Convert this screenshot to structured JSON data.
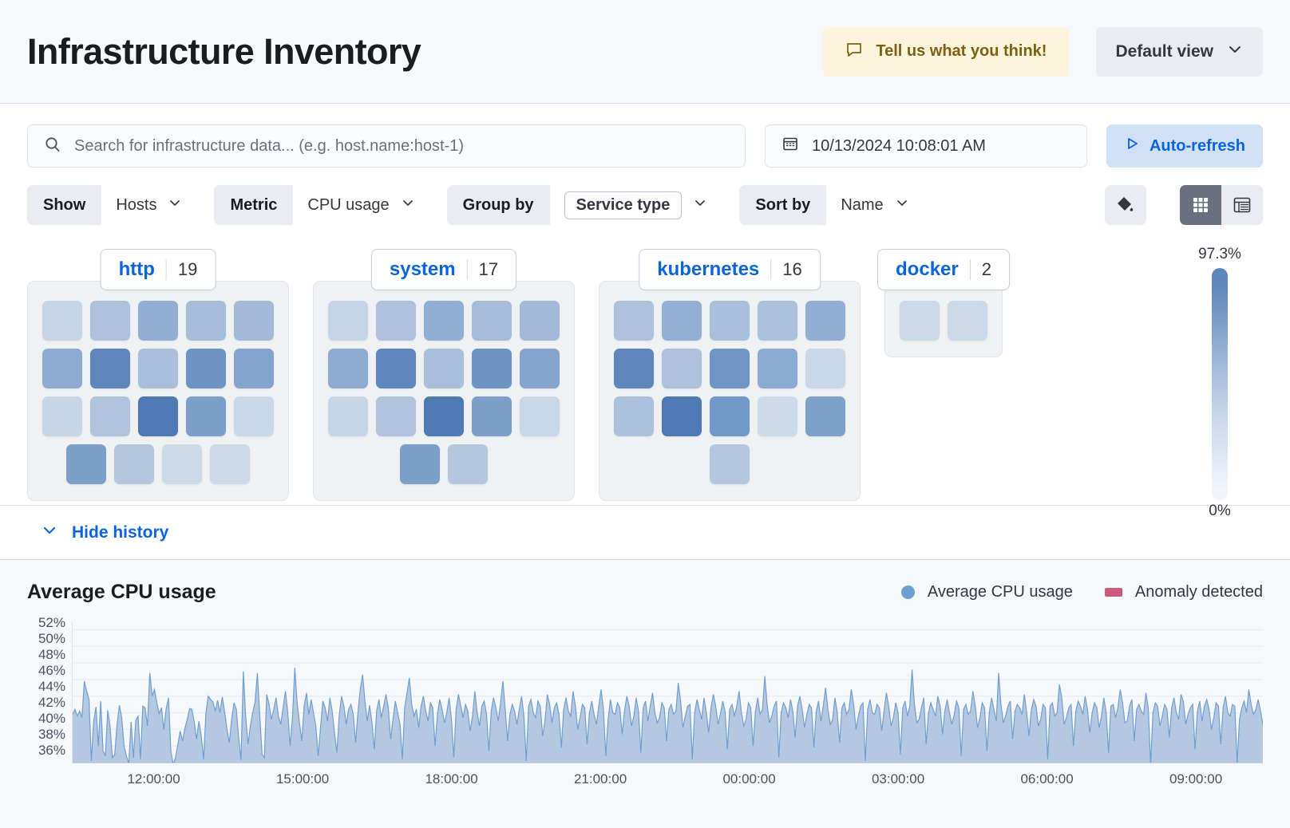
{
  "header": {
    "title": "Infrastructure Inventory",
    "feedback_label": "Tell us what you think!",
    "feedback_icon": "comment-icon",
    "view_selector_label": "Default view",
    "view_selector_icon": "chevron-down-icon"
  },
  "search": {
    "placeholder": "Search for infrastructure data... (e.g. host.name:host-1)",
    "value": "",
    "icon": "search-icon"
  },
  "datepicker": {
    "value": "10/13/2024 10:08:01 AM",
    "icon": "calendar-icon"
  },
  "refresh": {
    "label": "Auto-refresh",
    "icon": "play-icon"
  },
  "filters": [
    {
      "label": "Show",
      "value": "Hosts",
      "boxed": false,
      "icon": "chevron-down-icon"
    },
    {
      "label": "Metric",
      "value": "CPU usage",
      "boxed": false,
      "icon": "chevron-down-icon"
    },
    {
      "label": "Group by",
      "value": "Service type",
      "boxed": true,
      "icon": "chevron-down-icon"
    },
    {
      "label": "Sort by",
      "value": "Name",
      "boxed": false,
      "icon": "chevron-down-icon"
    }
  ],
  "view_controls": {
    "fill_icon": "paint-bucket-icon",
    "grid_icon": "grid-view-icon",
    "table_icon": "table-view-icon",
    "active_view": "grid"
  },
  "legend_scale": {
    "max_label": "97.3%",
    "min_label": "0%"
  },
  "groups": [
    {
      "name": "http",
      "count": "19",
      "rows": [
        [
          "#c6d5e6",
          "#aec2dd",
          "#93aed3",
          "#a6bcd9",
          "#a2b9d8"
        ],
        [
          "#8fabd1",
          "#5e87bd",
          "#a9bfdb",
          "#6d94c3",
          "#84a4cd"
        ],
        [
          "#c7d6e7",
          "#b0c4de",
          "#4d7ab4",
          "#7c9fca",
          "#c9d8e8"
        ],
        [
          "#7c9fca",
          "#b4c7df",
          "#ccdaea",
          "#cbd9e9"
        ]
      ]
    },
    {
      "name": "system",
      "count": "17",
      "rows": [
        [
          "#c6d5e6",
          "#aec2dd",
          "#93aed3",
          "#a6bcd9",
          "#a2b9d8"
        ],
        [
          "#8fabd1",
          "#5e87bd",
          "#a9bfdb",
          "#6d94c3",
          "#84a4cd"
        ],
        [
          "#c7d6e7",
          "#b0c4de",
          "#4d7ab4",
          "#7c9fca",
          "#c9d8e8"
        ],
        [
          "#7c9fca",
          "#b4c7df"
        ]
      ]
    },
    {
      "name": "kubernetes",
      "count": "16",
      "rows": [
        [
          "#aec2dd",
          "#94afd4",
          "#a9bfdb",
          "#abc1dc",
          "#93aed3"
        ],
        [
          "#5e87bd",
          "#aec2dd",
          "#6f95c4",
          "#8cabd2",
          "#c9d8e8"
        ],
        [
          "#abc1dc",
          "#4d7ab4",
          "#7099c8",
          "#ccdaea",
          "#7ea1cb"
        ],
        [
          "#b4c7df"
        ]
      ]
    },
    {
      "name": "docker",
      "count": "2",
      "rows": [
        [
          "#cbd9e9",
          "#cbd9e9"
        ]
      ]
    }
  ],
  "history_toggle": {
    "label": "Hide history",
    "icon": "chevron-down-icon"
  },
  "chart_data": {
    "type": "area",
    "title": "Average CPU usage",
    "xlabel": "",
    "ylabel": "",
    "ylim": [
      35,
      53
    ],
    "ytick_labels": [
      "52%",
      "50%",
      "48%",
      "46%",
      "44%",
      "42%",
      "40%",
      "38%",
      "36%"
    ],
    "ytick_values": [
      52,
      50,
      48,
      46,
      44,
      42,
      40,
      38,
      36
    ],
    "xtick_labels": [
      "12:00:00",
      "15:00:00",
      "18:00:00",
      "21:00:00",
      "00:00:00",
      "03:00:00",
      "06:00:00",
      "09:00:00"
    ],
    "grid": true,
    "legend_position": "top-right",
    "legend": [
      {
        "name": "Average CPU usage",
        "color": "#6f9fd1",
        "marker": "dot"
      },
      {
        "name": "Anomaly detected",
        "color": "#cc5b7b",
        "marker": "square"
      }
    ],
    "series": [
      {
        "name": "Average CPU usage",
        "color": "#6f9fd1",
        "fill": "#a9c0dc",
        "values": [
          41.8,
          42.4,
          41.6,
          42.2,
          41.4,
          45.8,
          44.6,
          43.6,
          36.2,
          41.0,
          42.7,
          38.0,
          43.4,
          37.4,
          36.8,
          42.3,
          40.4,
          36.6,
          37.0,
          40.6,
          42.9,
          41.4,
          38.0,
          36.8,
          35.9,
          40.9,
          36.6,
          41.1,
          41.6,
          36.4,
          42.8,
          42.6,
          40.4,
          46.8,
          44.0,
          44.8,
          43.2,
          41.9,
          42.6,
          40.0,
          42.5,
          43.8,
          37.4,
          35.8,
          36.6,
          38.2,
          39.8,
          38.6,
          40.1,
          41.2,
          42.5,
          42.4,
          40.9,
          38.8,
          41.0,
          39.2,
          36.4,
          42.0,
          44.0,
          43.6,
          43.3,
          42.2,
          43.5,
          42.0,
          43.9,
          42.1,
          40.0,
          38.4,
          41.2,
          43.2,
          42.4,
          39.0,
          36.3,
          47.0,
          41.6,
          38.2,
          40.4,
          42.0,
          43.3,
          46.8,
          41.8,
          37.0,
          36.6,
          44.2,
          43.0,
          41.2,
          42.4,
          43.8,
          41.6,
          40.6,
          42.6,
          44.6,
          42.0,
          38.0,
          41.4,
          47.4,
          43.2,
          40.8,
          38.6,
          42.8,
          44.4,
          41.8,
          43.6,
          42.0,
          40.4,
          36.8,
          40.2,
          43.4,
          42.6,
          41.0,
          43.8,
          42.2,
          39.6,
          37.2,
          41.6,
          44.0,
          42.8,
          40.6,
          42.4,
          43.0,
          41.8,
          38.4,
          42.0,
          44.8,
          46.6,
          43.4,
          41.0,
          42.9,
          40.8,
          37.6,
          42.2,
          43.6,
          41.4,
          42.8,
          44.2,
          42.6,
          38.8,
          41.2,
          43.4,
          42.0,
          40.6,
          36.4,
          42.6,
          44.4,
          46.2,
          43.0,
          41.6,
          42.4,
          40.2,
          42.8,
          44.0,
          42.2,
          41.0,
          43.2,
          42.6,
          38.0,
          41.8,
          43.6,
          42.4,
          40.8,
          42.0,
          43.8,
          41.2,
          36.6,
          42.4,
          44.2,
          42.8,
          41.4,
          43.0,
          42.2,
          39.8,
          41.6,
          44.6,
          42.0,
          40.4,
          42.8,
          43.4,
          41.8,
          37.4,
          42.2,
          43.8,
          42.6,
          41.0,
          43.2,
          45.8,
          42.4,
          38.6,
          41.8,
          43.0,
          42.2,
          40.6,
          42.4,
          44.0,
          41.6,
          36.2,
          42.8,
          43.6,
          42.0,
          41.4,
          43.4,
          42.8,
          39.2,
          41.0,
          44.2,
          43.0,
          40.8,
          42.6,
          43.2,
          41.8,
          37.8,
          42.4,
          43.8,
          42.2,
          41.6,
          44.6,
          42.8,
          40.0,
          41.4,
          43.0,
          42.6,
          38.2,
          42.0,
          43.4,
          41.8,
          40.6,
          42.8,
          44.8,
          42.4,
          36.8,
          41.2,
          43.6,
          42.0,
          41.8,
          43.2,
          42.6,
          39.4,
          42.2,
          44.0,
          42.8,
          40.4,
          41.6,
          43.8,
          42.2,
          37.2,
          42.6,
          43.4,
          41.0,
          42.8,
          44.4,
          42.0,
          40.8,
          41.4,
          43.2,
          42.6,
          38.6,
          42.4,
          43.0,
          41.8,
          42.2,
          45.6,
          43.4,
          40.2,
          41.6,
          42.8,
          43.0,
          36.4,
          42.0,
          43.6,
          42.4,
          41.2,
          43.8,
          42.0,
          39.6,
          42.6,
          44.2,
          42.8,
          40.6,
          41.8,
          43.4,
          42.2,
          37.6,
          42.4,
          43.0,
          41.6,
          42.8,
          44.6,
          42.0,
          40.4,
          41.2,
          43.2,
          42.6,
          38.0,
          42.2,
          43.8,
          41.8,
          42.4,
          46.4,
          43.0,
          40.8,
          41.6,
          42.8,
          43.4,
          36.6,
          42.0,
          43.2,
          42.6,
          41.4,
          43.6,
          42.2,
          39.0,
          42.8,
          44.0,
          42.4,
          40.2,
          41.8,
          43.0,
          42.6,
          37.8,
          42.2,
          43.4,
          41.0,
          42.8,
          45.0,
          42.4,
          40.6,
          41.2,
          43.8,
          42.0,
          38.4,
          42.6,
          43.2,
          41.8,
          42.4,
          44.8,
          43.0,
          40.0,
          41.6,
          42.8,
          43.2,
          36.2,
          42.4,
          43.6,
          42.0,
          41.8,
          43.0,
          42.6,
          39.8,
          42.2,
          44.4,
          42.8,
          40.4,
          41.4,
          43.2,
          42.0,
          37.0,
          42.6,
          43.4,
          41.6,
          42.8,
          47.2,
          43.0,
          40.8,
          41.2,
          42.6,
          43.8,
          38.2,
          42.0,
          43.2,
          42.4,
          41.6,
          44.0,
          42.8,
          39.4,
          42.2,
          43.6,
          42.0,
          40.6,
          41.8,
          43.4,
          42.6,
          36.8,
          42.4,
          43.0,
          41.8,
          42.2,
          44.6,
          42.8,
          40.2,
          41.4,
          43.2,
          42.6,
          37.4,
          42.0,
          43.8,
          42.4,
          41.0,
          46.8,
          43.0,
          40.8,
          41.6,
          42.8,
          43.4,
          38.8,
          42.2,
          43.0,
          42.6,
          41.8,
          44.2,
          42.0,
          39.2,
          42.4,
          43.6,
          42.8,
          40.4,
          41.2,
          43.0,
          42.6,
          36.4,
          42.8,
          43.2,
          41.6,
          42.0,
          45.4,
          43.8,
          40.6,
          41.4,
          42.6,
          43.0,
          38.0,
          42.2,
          43.4,
          42.8,
          41.8,
          44.0,
          42.4,
          39.6,
          42.0,
          43.2,
          42.6,
          40.2,
          41.6,
          43.8,
          42.0,
          37.2,
          42.8,
          43.0,
          41.4,
          42.6,
          44.8,
          43.2,
          40.8,
          41.0,
          42.8,
          43.6,
          38.6,
          42.4,
          43.0,
          42.2,
          41.8,
          44.4,
          42.6,
          35.8,
          42.0,
          43.2,
          42.8,
          40.4,
          41.6,
          43.0,
          42.4,
          39.0,
          42.6,
          43.8,
          42.0,
          41.2,
          44.2,
          43.4,
          40.6,
          41.8,
          42.6,
          43.0,
          37.6,
          42.2,
          43.4,
          41.0,
          42.8,
          43.6,
          42.4,
          40.0,
          41.4,
          43.2,
          42.8,
          38.2,
          42.6,
          44.0,
          42.0,
          41.6,
          43.0,
          42.8,
          36.0,
          41.2,
          42.6,
          43.4,
          42.0,
          44.8,
          43.0,
          41.8,
          42.4,
          43.6,
          42.2,
          40.6
        ]
      }
    ]
  }
}
